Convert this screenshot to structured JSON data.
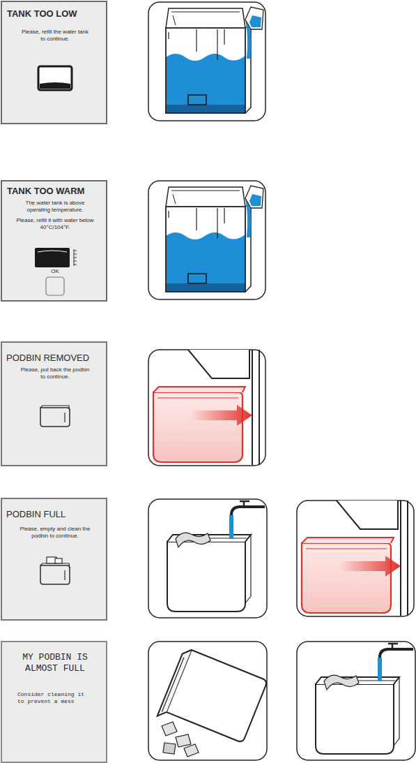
{
  "diagram": {
    "nodes": [
      {
        "text": [
          "TANK TOO LOW",
          "Please, refill the water tank to continue."
        ]
      },
      {
        "text": [
          "TANK TOO WARM",
          "The water tank is above operating temperature.",
          "Please, refill it with water below 40°C/104°F.",
          "OK"
        ]
      },
      {
        "text": [
          "PODBIN REMOVED",
          "Please, put back the podbin to continue."
        ]
      },
      {
        "text": [
          "PODBIN FULL",
          "Please, empty and clean the podbin to continue."
        ]
      },
      {
        "text": [
          "MY PODBIN IS ALMOST FULL",
          "Consider cleaning it to prevent a mess"
        ]
      }
    ]
  }
}
